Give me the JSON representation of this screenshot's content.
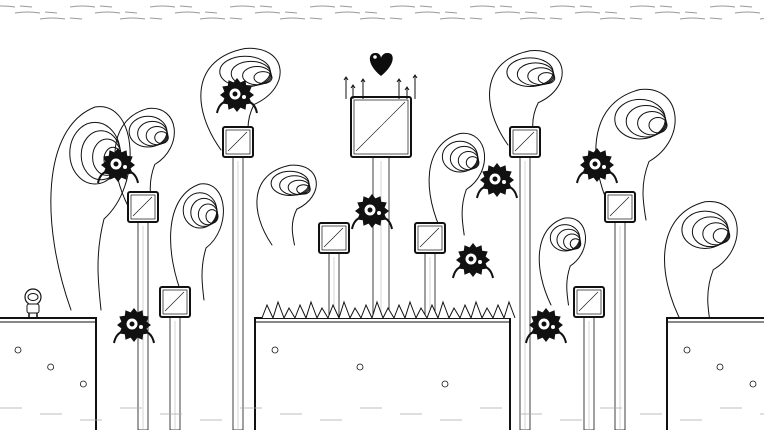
{
  "game": {
    "style": "hand-drawn black ink on white",
    "colors": {
      "ink": "#111111",
      "background": "#ffffff",
      "water_lines": "#9a9a9a",
      "heart": "#0d0d0d"
    },
    "entities": {
      "player": 1,
      "fuzzy_enemies": 8,
      "blocks": 9,
      "hearts": 1,
      "platforms": 3
    }
  }
}
